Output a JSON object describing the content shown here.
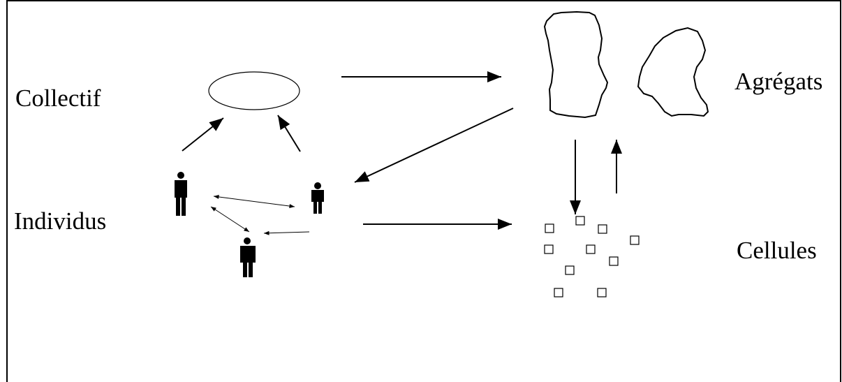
{
  "diagram": {
    "labels": {
      "collectif": "Collectif",
      "individus": "Individus",
      "agregats": "Agrégats",
      "cellules": "Cellules"
    },
    "colors": {
      "stroke": "#000000",
      "background": "#ffffff"
    },
    "icons": [
      "person-icon",
      "ellipse-collective-icon",
      "aggregate-shape-icon",
      "cell-square-icon"
    ]
  }
}
